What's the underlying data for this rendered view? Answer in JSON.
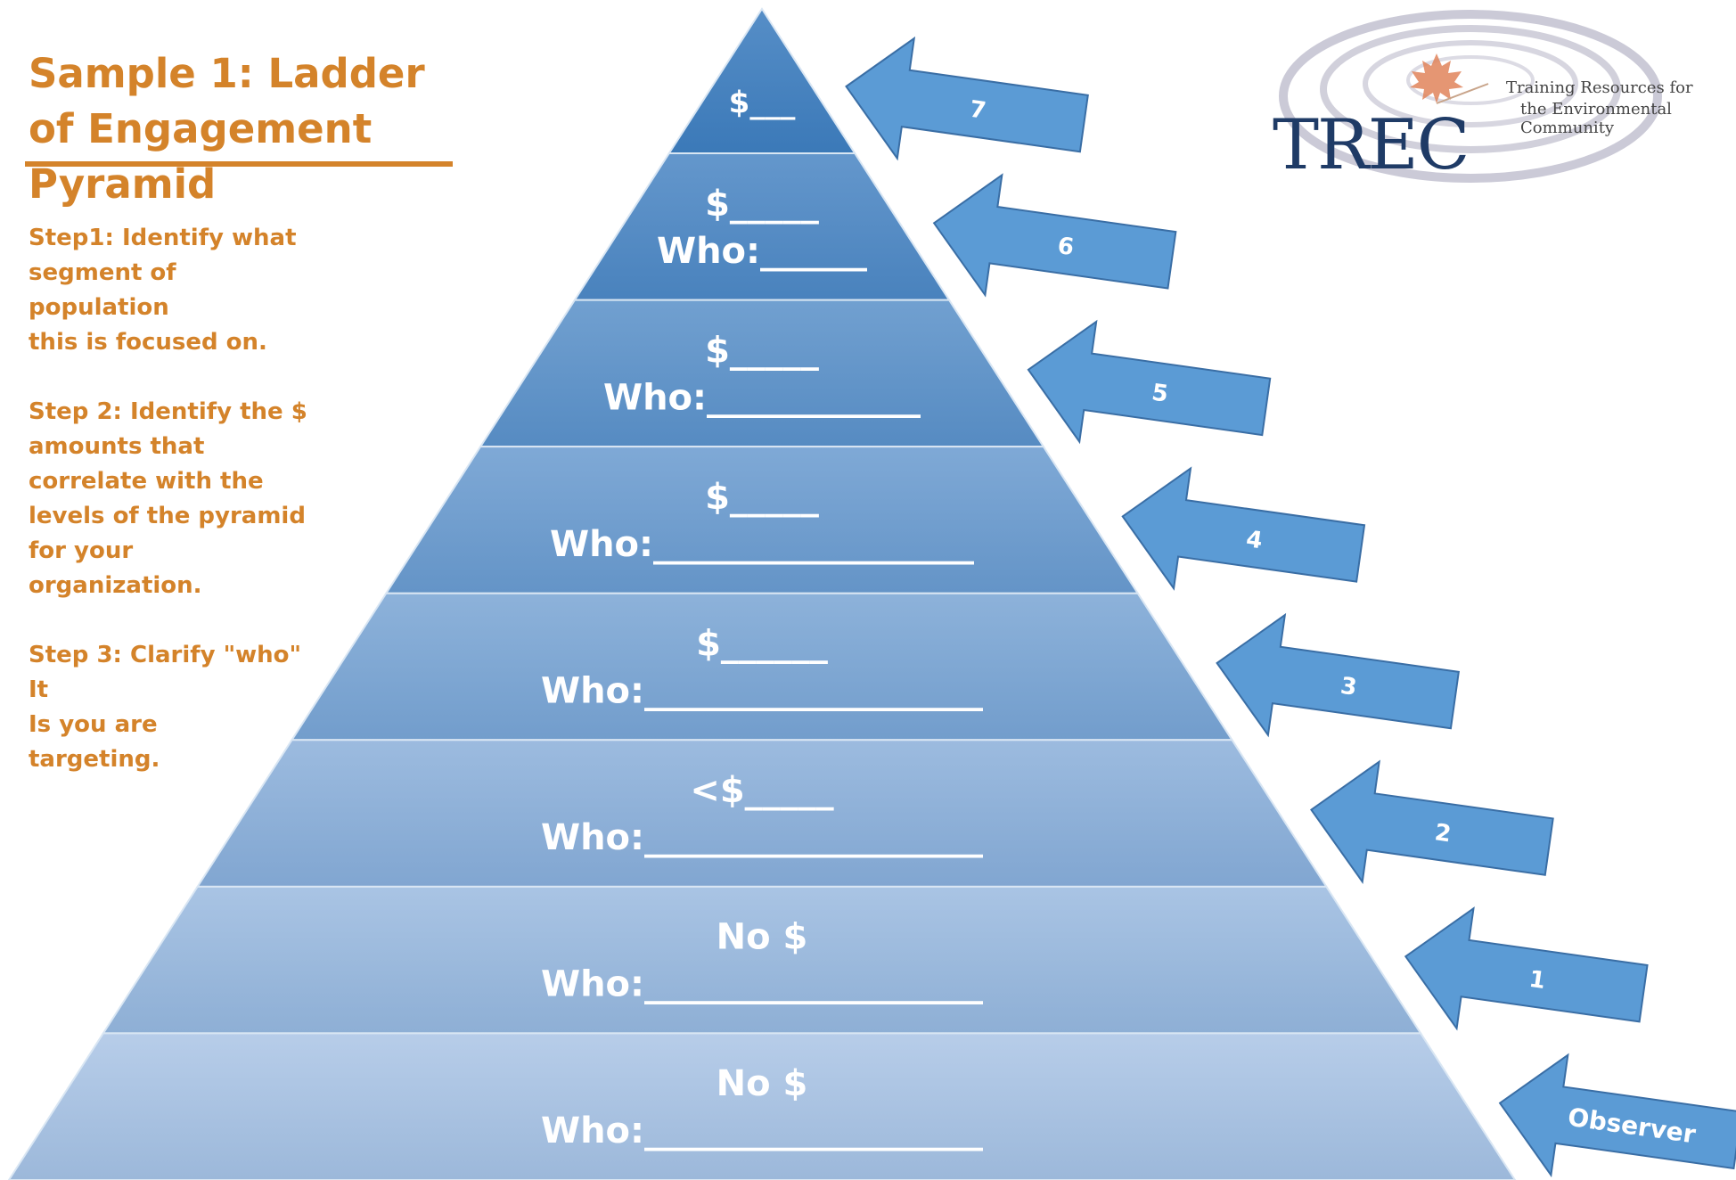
{
  "title": "Sample 1: Ladder of Engagement Pyramid",
  "steps": [
    "Step1: Identify what\nsegment of population\nthis is focused on.",
    "Step 2: Identify the $\namounts that\ncorrelate with the\nlevels of the pyramid\nfor your organization.",
    "Step 3: Clarify \"who\" It\nIs you are\ntargeting."
  ],
  "logo": {
    "name": "TREC",
    "tagline_line1": "Training Resources for",
    "tagline_line2": "the Environmental Community"
  },
  "pyramid": {
    "levels": [
      {
        "line1": "$___",
        "line2": ""
      },
      {
        "line1": "$_____",
        "line2": "Who:______"
      },
      {
        "line1": "$_____",
        "line2": "Who:____________"
      },
      {
        "line1": "$_____",
        "line2": "Who:__________________",
        "line3": "_"
      },
      {
        "line1": "$______",
        "line2": "Who:___________________"
      },
      {
        "line1": "<$_____",
        "line2": "Who:___________________"
      },
      {
        "line1": "No $",
        "line2": "Who:___________________"
      },
      {
        "line1": "No $",
        "line2": "Who:___________________"
      }
    ]
  },
  "arrows": [
    "7",
    "6",
    "5",
    "4",
    "3",
    "2",
    "1",
    "Observer"
  ],
  "colors": {
    "accent": "#d4832a",
    "arrow_fill": "#5b9bd5",
    "arrow_stroke": "#3a6ea5",
    "pyramid_top": "#3f7fbf",
    "pyramid_bottom": "#adc6e6",
    "logo_navy": "#1f3b66"
  }
}
